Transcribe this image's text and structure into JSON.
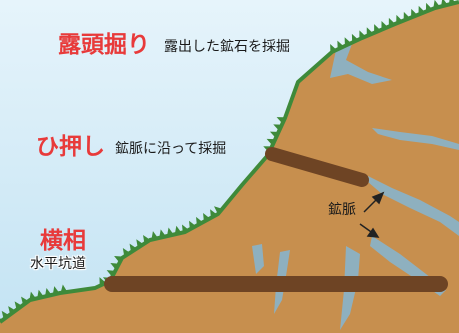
{
  "labels": {
    "outcrop_title": "露頭掘り",
    "outcrop_desc": "露出した鉱石を採掘",
    "vein_follow_title": "ひ押し",
    "vein_follow_desc": "鉱脈に沿って採掘",
    "adit_title": "横相",
    "adit_desc": "水平坑道",
    "vein": "鉱脈"
  },
  "colors": {
    "sky": "#d2ebf7",
    "ground": "#c78f4e",
    "grass": "#3e8a3a",
    "tunnel": "#6e4424",
    "vein": "#8eb0bf",
    "accent_red": "#e83a3a"
  }
}
